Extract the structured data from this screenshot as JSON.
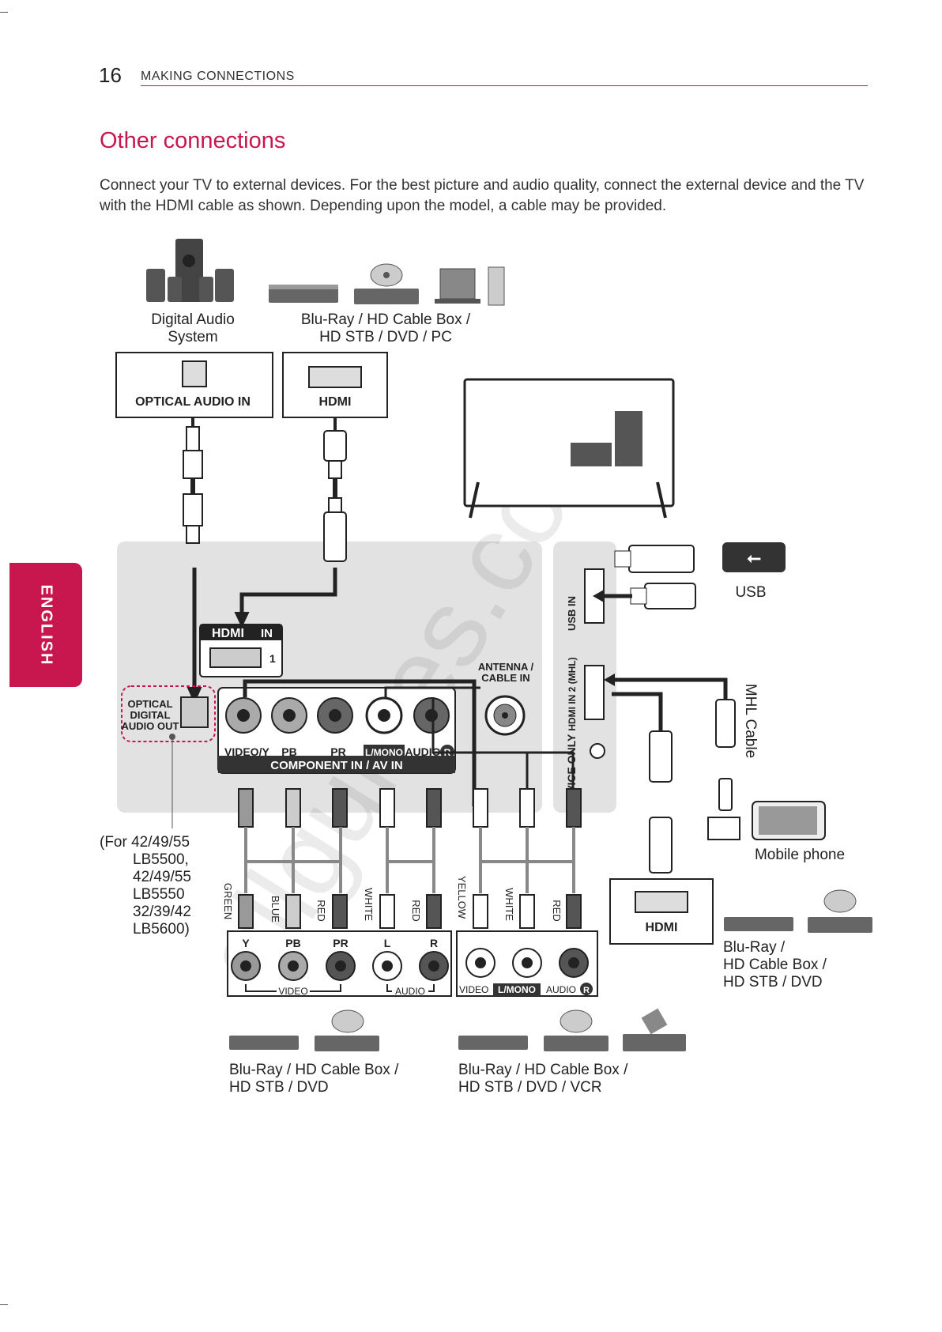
{
  "header": {
    "page_number": "16",
    "section": "MAKING CONNECTIONS"
  },
  "title": "Other connections",
  "intro": "Connect your TV to external devices. For the best picture and audio quality, connect the external device and the TV with the HDMI cable as shown. Depending upon the model, a cable may be provided.",
  "side_tab": "ENGLISH",
  "labels": {
    "digital_audio_1": "Digital Audio",
    "digital_audio_2": "System",
    "bluray_pc_1": "Blu-Ray / HD Cable Box /",
    "bluray_pc_2": "HD STB / DVD / PC",
    "usb": "USB",
    "mhl_cable": "MHL Cable",
    "mobile_phone": "Mobile phone",
    "bluray_right_1": "Blu-Ray /",
    "bluray_right_2": "HD Cable Box /",
    "bluray_right_3": "HD STB / DVD",
    "bluray_bl_1": "Blu-Ray / HD Cable Box /",
    "bluray_bl_2": "HD STB / DVD",
    "bluray_br_1": "Blu-Ray / HD Cable Box /",
    "bluray_br_2": "HD STB / DVD / VCR",
    "models": [
      "(For 42/49/55",
      "LB5500,",
      "42/49/55",
      "LB5550",
      "32/39/42",
      "LB5600)"
    ]
  },
  "ports": {
    "optical_audio_in": "OPTICAL AUDIO IN",
    "hdmi_box": "HDMI",
    "hdmi_box_right": "HDMI",
    "hdmi_in": "HDMI",
    "hdmi_in_suffix": "IN",
    "hdmi_in_num": "1",
    "optical_out_1": "OPTICAL",
    "optical_out_2": "DIGITAL",
    "optical_out_3": "AUDIO OUT",
    "antenna_1": "ANTENNA /",
    "antenna_2": "CABLE IN",
    "usb_in": "USB IN",
    "hdmi_in2": "HDMI IN 2 (MHL)",
    "service_only": "SERVICE ONLY",
    "video_y": "VIDEO/Y",
    "pb": "PB",
    "pr": "PR",
    "l_mono": "L/MONO",
    "audio": "AUDIO",
    "r": "R",
    "component_av": "COMPONENT IN / AV IN"
  },
  "cables": {
    "green": "GREEN",
    "blue": "BLUE",
    "red1": "RED",
    "white1": "WHITE",
    "red2": "RED",
    "yellow": "YELLOW",
    "white2": "WHITE",
    "red3": "RED"
  },
  "devices": {
    "comp_y": "Y",
    "comp_pb": "PB",
    "comp_pr": "PR",
    "comp_l": "L",
    "comp_r": "R",
    "comp_video": "VIDEO",
    "comp_audio": "AUDIO",
    "av_video": "VIDEO",
    "av_lmono": "L/MONO",
    "av_audio": "AUDIO",
    "av_r": "R"
  }
}
